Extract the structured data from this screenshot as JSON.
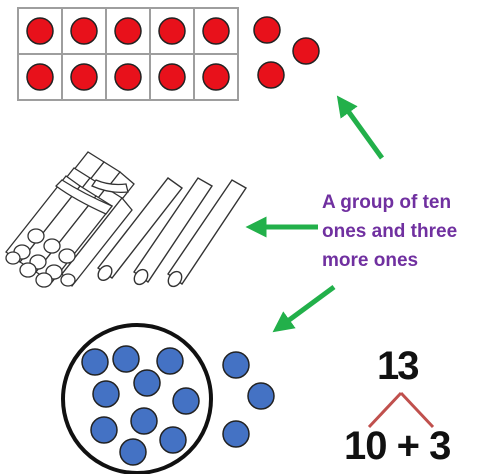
{
  "caption": {
    "lines": [
      "A group of ten",
      "ones and three",
      "more ones"
    ]
  },
  "number_bond": {
    "total": "13",
    "parts": "10 + 3"
  },
  "colors": {
    "counter_red": "#e8111b",
    "counter_blue": "#4472c4",
    "arrow_green": "#22b04a",
    "caption_purple": "#7030a0",
    "bond_lines": "#c0504d",
    "frame_gray": "#9e9e9e"
  },
  "models": {
    "ten_frame_filled": 10,
    "extra_red_dots": 3,
    "bundled_sticks": 10,
    "loose_sticks": 3,
    "circled_blue_dots": 10,
    "loose_blue_dots": 3
  }
}
